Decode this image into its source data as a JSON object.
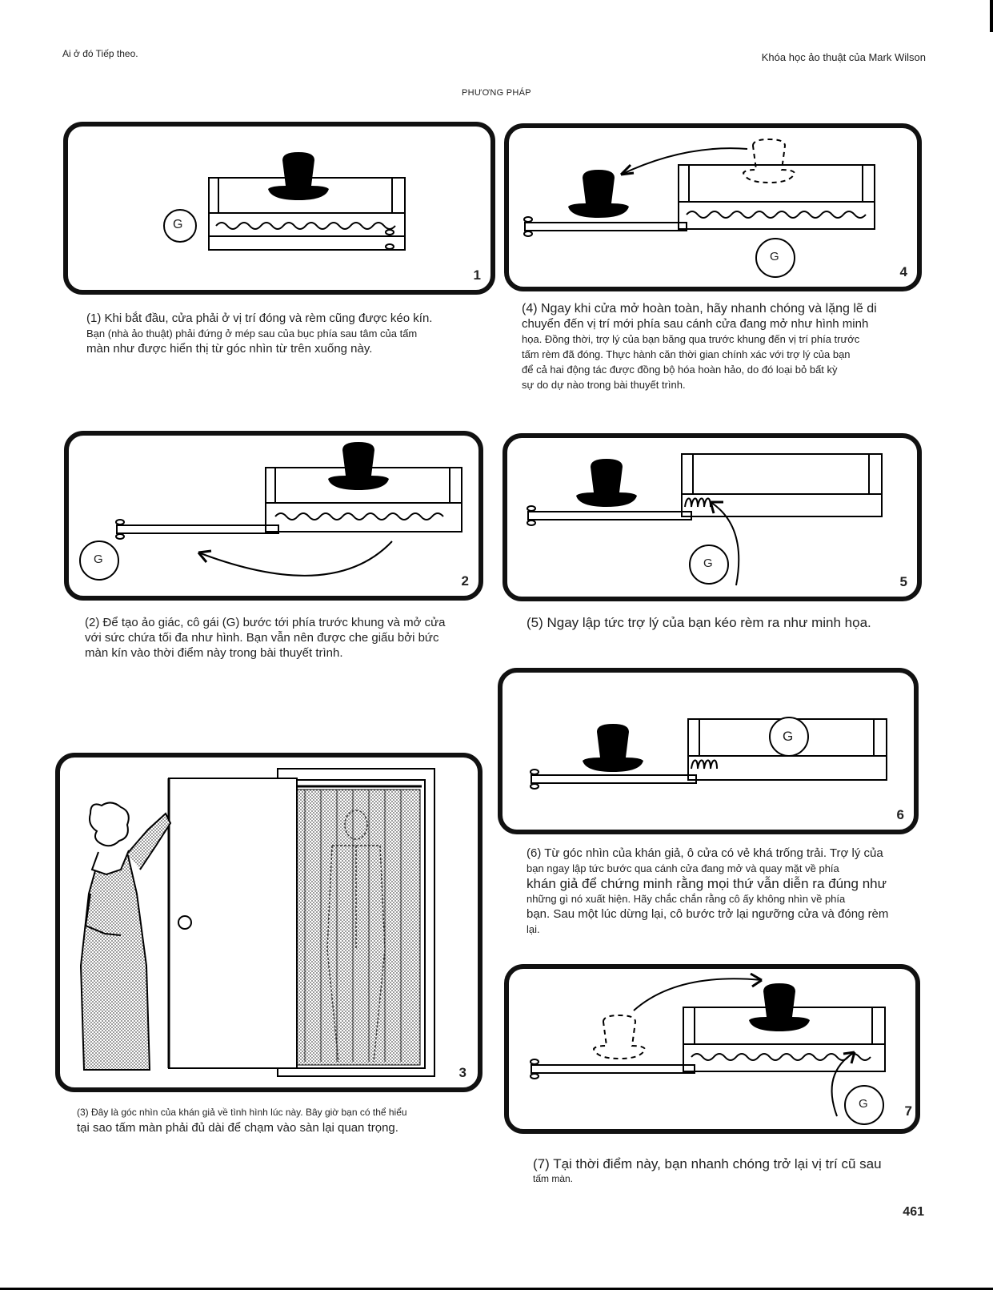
{
  "header": {
    "left": "Ai ở đó Tiếp theo.",
    "right": "Khóa học ảo thuật của Mark Wilson",
    "section": "PHƯƠNG PHÁP"
  },
  "panels": [
    {
      "number": "1",
      "g": "G"
    },
    {
      "number": "2",
      "g": "G"
    },
    {
      "number": "3"
    },
    {
      "number": "4",
      "g": "G"
    },
    {
      "number": "5",
      "g": "G"
    },
    {
      "number": "6",
      "g": "G"
    },
    {
      "number": "7",
      "g": "G"
    }
  ],
  "captions": {
    "c1": [
      "(1) Khi bắt đầu, cửa phải ở vị trí đóng và rèm cũng được kéo kín.",
      "Bạn (nhà ảo thuật) phải đứng ở mép sau của bục phía sau tâm của tấm",
      "màn như được hiển thị từ góc nhìn từ trên xuống này."
    ],
    "c2": [
      "(2) Để tạo ảo giác, cô gái (G) bước tới phía trước khung và mở cửa",
      "với sức chứa tối đa như hình. Bạn vẫn nên được che giấu bởi bức",
      "màn kín vào thời điểm này trong bài thuyết trình."
    ],
    "c3": [
      "(3) Đây là góc nhìn của khán giả về tình hình lúc này. Bây giờ bạn có thể hiểu",
      "tại sao tấm màn phải đủ dài để chạm vào sàn lại quan trọng."
    ],
    "c4": [
      "(4) Ngay khi cửa mở hoàn toàn, hãy nhanh chóng và lặng lẽ di",
      "chuyển đến vị trí mới phía sau cánh cửa đang mở như hình minh",
      "họa. Đồng thời, trợ lý của bạn băng qua trước khung đến vị trí phía trước",
      "tấm rèm đã đóng. Thực hành căn thời gian chính xác với trợ lý của bạn",
      "để cả hai động tác được đồng bộ hóa hoàn hảo, do đó loại bỏ bất kỳ",
      "sự do dự nào trong bài thuyết trình."
    ],
    "c5": [
      "(5) Ngay lập tức trợ lý của bạn kéo rèm ra như minh họa."
    ],
    "c6": [
      "(6) Từ góc nhìn của khán giả, ô cửa có vẻ khá trống trải. Trợ lý của",
      "bạn ngay lập tức bước qua cánh cửa đang mở và quay mặt về phía",
      "khán giả để chứng minh rằng mọi thứ vẫn diễn ra đúng như",
      "những gì nó xuất hiện. Hãy chắc chắn rằng cô ấy không nhìn về phía",
      "bạn. Sau một lúc dừng lại, cô bước trở lại ngưỡng cửa và đóng rèm",
      "lại."
    ],
    "c7": [
      "(7) Tại thời điểm này, bạn nhanh chóng trở lại vị trí cũ sau",
      "tấm màn."
    ]
  },
  "page_number": "461"
}
